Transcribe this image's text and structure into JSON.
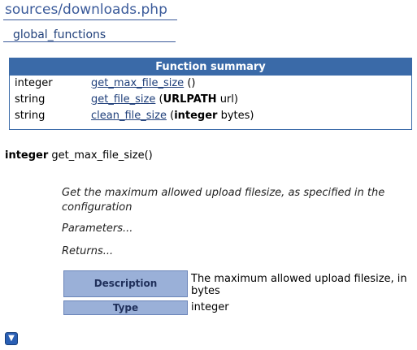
{
  "file": {
    "title": "sources/downloads.php"
  },
  "class": {
    "title": "global_functions"
  },
  "summary": {
    "header": "Function summary",
    "rows": [
      {
        "return_type": "integer",
        "name": "get_max_file_size",
        "params_text": " ()",
        "param_type": "",
        "param_rest": ""
      },
      {
        "return_type": "string",
        "name": "get_file_size",
        "open": " (",
        "param_type": "URLPATH",
        "param_rest": " url)"
      },
      {
        "return_type": "string",
        "name": "clean_file_size",
        "open": " (",
        "param_type": "integer",
        "param_rest": " bytes)"
      }
    ]
  },
  "detail": {
    "return_type": "integer",
    "signature": " get_max_file_size()",
    "description": "Get the maximum allowed upload filesize, as specified in the configuration",
    "parameters_label": "Parameters...",
    "returns_label": "Returns...",
    "returns_table": {
      "description_label": "Description",
      "description_value": "The maximum allowed upload filesize, in bytes",
      "type_label": "Type",
      "type_value": "integer"
    }
  },
  "icons": {
    "nav": "chevron-down-icon"
  }
}
